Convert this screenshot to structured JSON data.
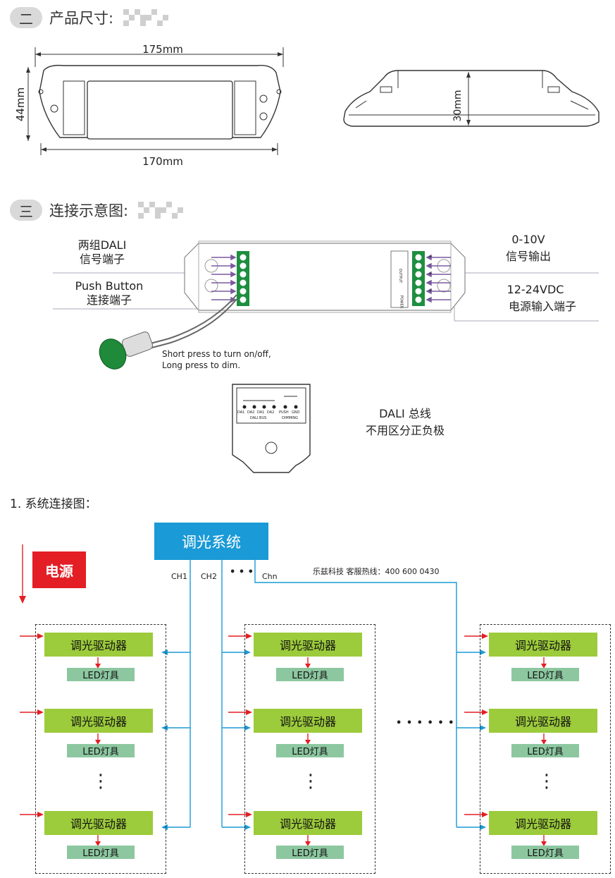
{
  "section2": {
    "badge": "二",
    "title": "产品尺寸:"
  },
  "dimensions": {
    "top_width": "175mm",
    "bottom_width": "170mm",
    "height": "44mm",
    "thickness": "30mm"
  },
  "section3": {
    "badge": "三",
    "title": "连接示意图:"
  },
  "wiring": {
    "dali_label": "两组DALI\n信号端子",
    "push_label": "Push Button\n连接端子",
    "output_label_1": "0-10V",
    "output_label_2": "信号输出",
    "power_label_1": "12-24VDC",
    "power_label_2": "电源输入端子",
    "button_note": "Short press to turn on/off,\nLong press to dim.",
    "bus_note": "DALI 总线\n不用区分正负极",
    "terminal_left": [
      "DA1",
      "DA2",
      "DA1",
      "DA2",
      "PUSH",
      "GND"
    ],
    "terminal_right": [
      "+",
      "-",
      "+",
      "-",
      "+",
      "-"
    ],
    "terminal_group_left": [
      "DALI BUS",
      "DIMMING"
    ],
    "terminal_group_right": [
      "OUTPUT",
      "POWER"
    ]
  },
  "system": {
    "heading": "1. 系统连接图：",
    "dimming_system": "调光系统",
    "power": "电源",
    "channels": [
      "CH1",
      "CH2",
      "Chn"
    ],
    "ellipsis_top": "• • •",
    "hotline": "乐兹科技 客服热线：400 600 0430",
    "driver": "调光驱动器",
    "led": "LED灯具",
    "vertical_dots": "⋮",
    "horizontal_dots": "• • • • • •"
  },
  "colors": {
    "accent_blue": "#1a9ad6",
    "power_red": "#e31e25",
    "driver_green": "#9ccb3b",
    "led_green": "#8cc7a0",
    "arrow_blue": "#1a9ad6",
    "arrow_red": "#e31e25"
  }
}
